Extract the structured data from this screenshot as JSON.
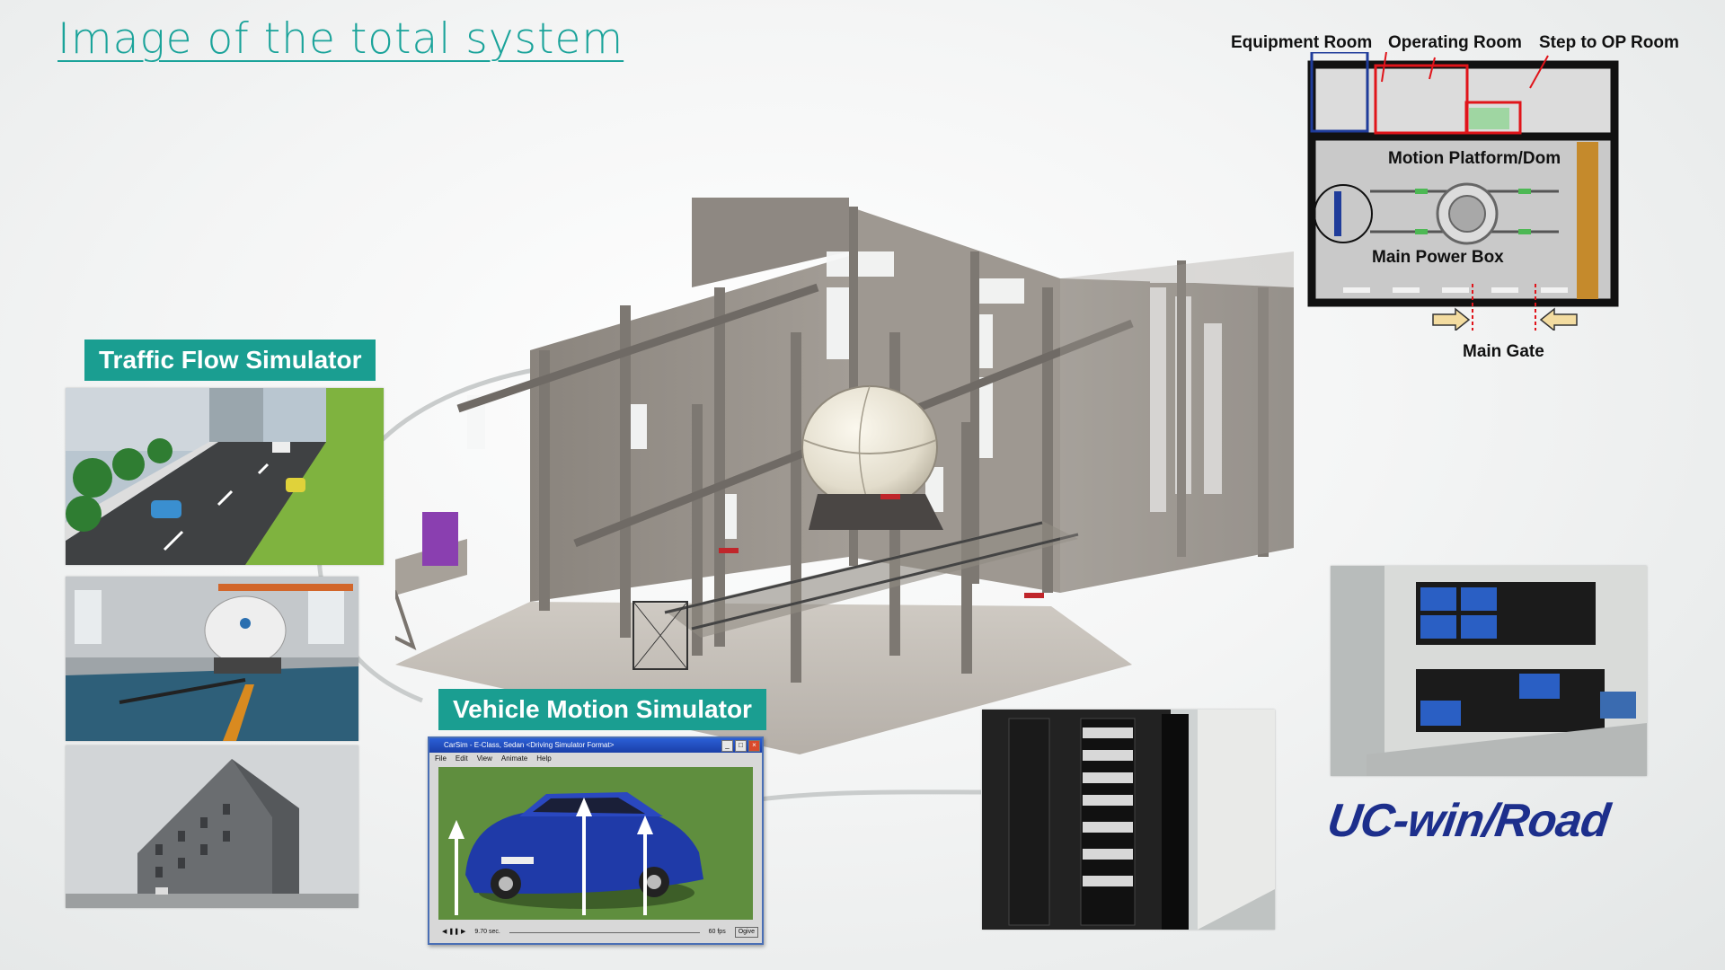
{
  "page": {
    "title": "Image of the total system"
  },
  "labels": {
    "traffic": "Traffic Flow Simulator",
    "vehicle": "Vehicle Motion Simulator"
  },
  "floor_plan": {
    "equipment_room": "Equipment Room",
    "operating_room": "Operating Room",
    "step_to_op_room": "Step to OP Room",
    "motion_platform": "Motion Platform/Dom",
    "main_power_box": "Main Power Box",
    "main_gate": "Main Gate"
  },
  "carsim_window": {
    "title": "CarSim - E-Class, Sedan <Driving Simulator Format>",
    "menu": [
      "File",
      "Edit",
      "View",
      "Animate",
      "Help"
    ],
    "status_time": "9.70 sec.",
    "status_fps": "60 fps",
    "status_mode": "Ogive"
  },
  "logo": {
    "text": "UC-win/Road"
  },
  "colors": {
    "accent": "#1a9e91",
    "title": "#1aa39a",
    "logo": "#1d2f8c",
    "plan_red": "#e0141a",
    "plan_blue": "#1f3c9a"
  }
}
